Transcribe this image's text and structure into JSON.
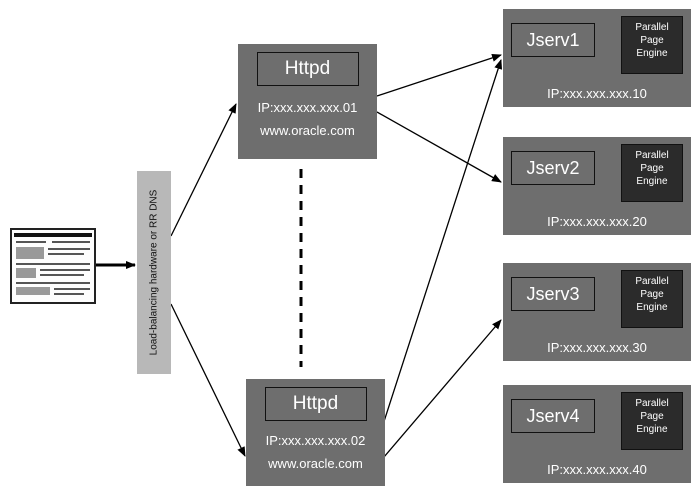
{
  "load_balancer": {
    "label": "Load-balancing hardware or RR DNS"
  },
  "httpd_servers": [
    {
      "name": "Httpd",
      "ip": "IP:xxx.xxx.xxx.01",
      "host": "www.oracle.com"
    },
    {
      "name": "Httpd",
      "ip": "IP:xxx.xxx.xxx.02",
      "host": "www.oracle.com"
    }
  ],
  "jserv_servers": [
    {
      "name": "Jserv1",
      "engine": [
        "Parallel",
        "Page",
        "Engine"
      ],
      "ip": "IP:xxx.xxx.xxx.10"
    },
    {
      "name": "Jserv2",
      "engine": [
        "Parallel",
        "Page",
        "Engine"
      ],
      "ip": "IP:xxx.xxx.xxx.20"
    },
    {
      "name": "Jserv3",
      "engine": [
        "Parallel",
        "Page",
        "Engine"
      ],
      "ip": "IP:xxx.xxx.xxx.30"
    },
    {
      "name": "Jserv4",
      "engine": [
        "Parallel",
        "Page",
        "Engine"
      ],
      "ip": "IP:xxx.xxx.xxx.40"
    }
  ],
  "colors": {
    "server_box": "#6e6e6e",
    "engine_box": "#2b2b2b",
    "load_balancer": "#b8b8b8",
    "arrow": "#000000"
  }
}
